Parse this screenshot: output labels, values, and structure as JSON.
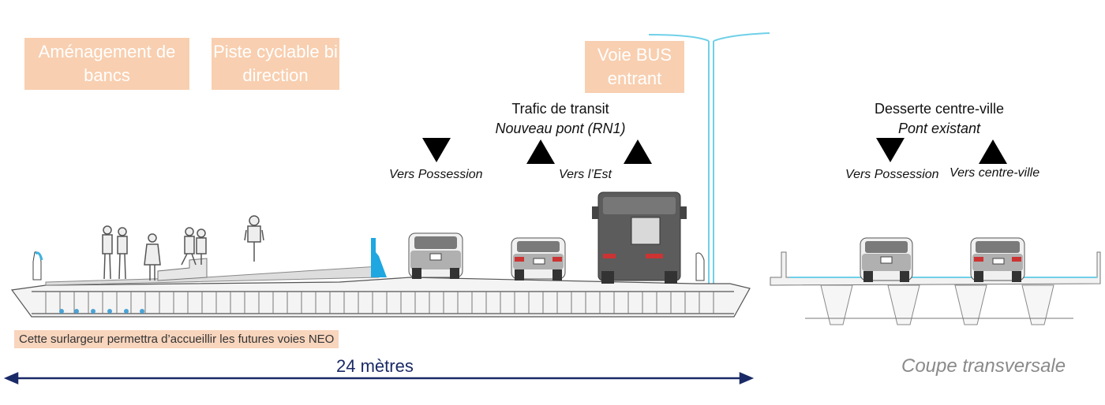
{
  "boxes": {
    "benches": "Aménagement de bancs",
    "bike_path": "Piste cyclable bi direction",
    "bus_lane": "Voie BUS entrant"
  },
  "transit": {
    "title": "Trafic de transit",
    "subtitle": "Nouveau pont (RN1)",
    "dir_left": "Vers Possession",
    "dir_right": "Vers l’Est"
  },
  "city": {
    "title": "Desserte centre-ville",
    "subtitle": "Pont existant",
    "dir_left": "Vers Possession",
    "dir_right": "Vers centre-ville"
  },
  "note": "Cette surlargeur permettra d’accueillir les futures voies NEO",
  "width_label": "24 mètres",
  "section_title": "Coupe transversale",
  "colors": {
    "orange_box": "#f8cfb0",
    "arrow_blue": "#1a2a66",
    "light_pole": "#6fd0e8",
    "vehicle": "#5a5a5a"
  }
}
